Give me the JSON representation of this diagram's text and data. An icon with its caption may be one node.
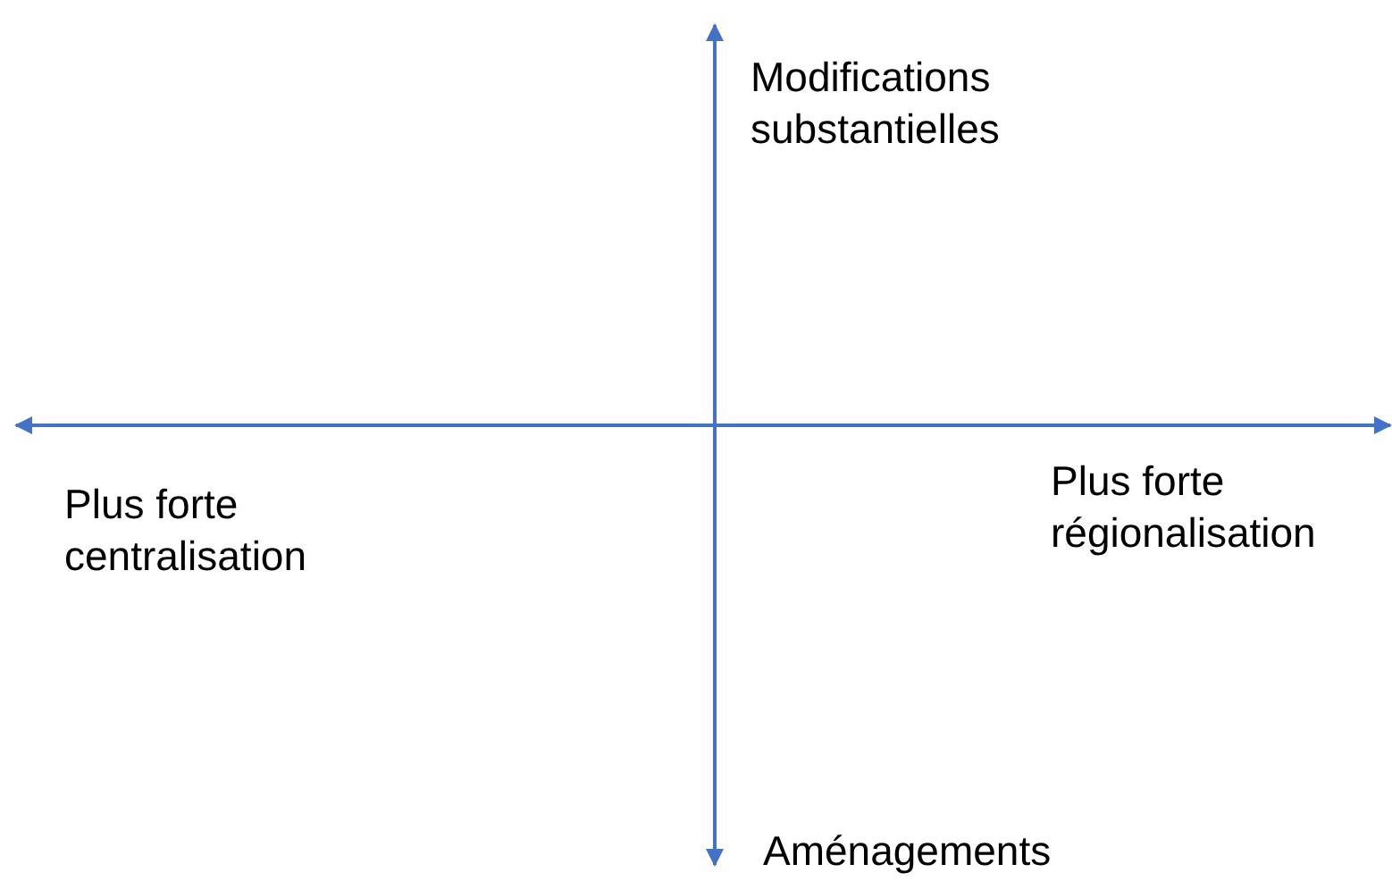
{
  "diagram": {
    "labels": [
      "Modifications substantielles",
      "Plus forte centralisation",
      "Plus forte régionalisation",
      "Aménagements"
    ]
  }
}
